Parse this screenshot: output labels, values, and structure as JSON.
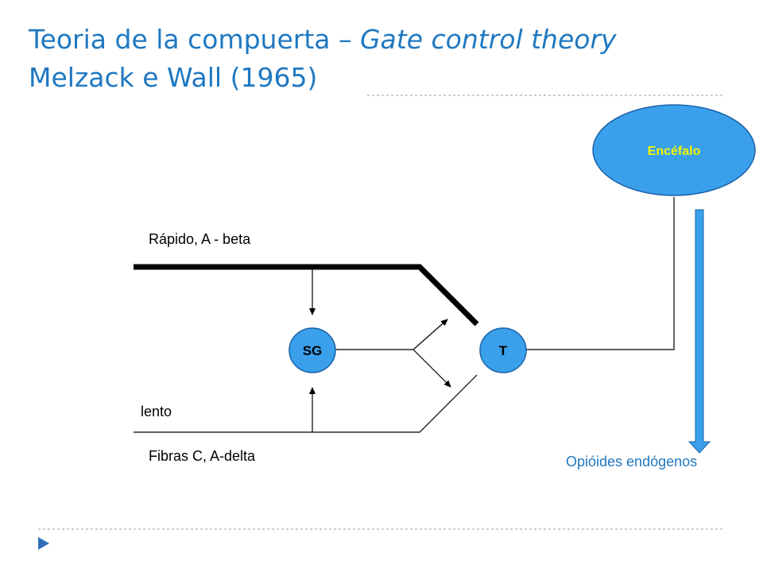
{
  "title": {
    "line1_prefix": "Teoria de la compuerta – ",
    "line1_italic": "Gate control theory",
    "line2": "Melzack e Wall (1965)"
  },
  "labels": {
    "fast_fibers": "Rápido, A - beta",
    "slow": "lento",
    "slow_fibers": "Fibras C, A-delta",
    "sg_node": "SG",
    "t_node": "T",
    "brain": "Encéfalo",
    "opioids": "Opióides endógenos"
  },
  "colors": {
    "title": "#1f78c1",
    "node_fill": "#3aa0ec",
    "node_stroke": "#1c62a8",
    "brain_text": "#f2f200",
    "opioids_text": "#1f78c1",
    "arrow_fill": "#3aa0ec",
    "divider": "#8fa3b8",
    "bullet": "#2f6fba"
  },
  "icons": {
    "footer_bullet": "triangle-right-icon"
  }
}
